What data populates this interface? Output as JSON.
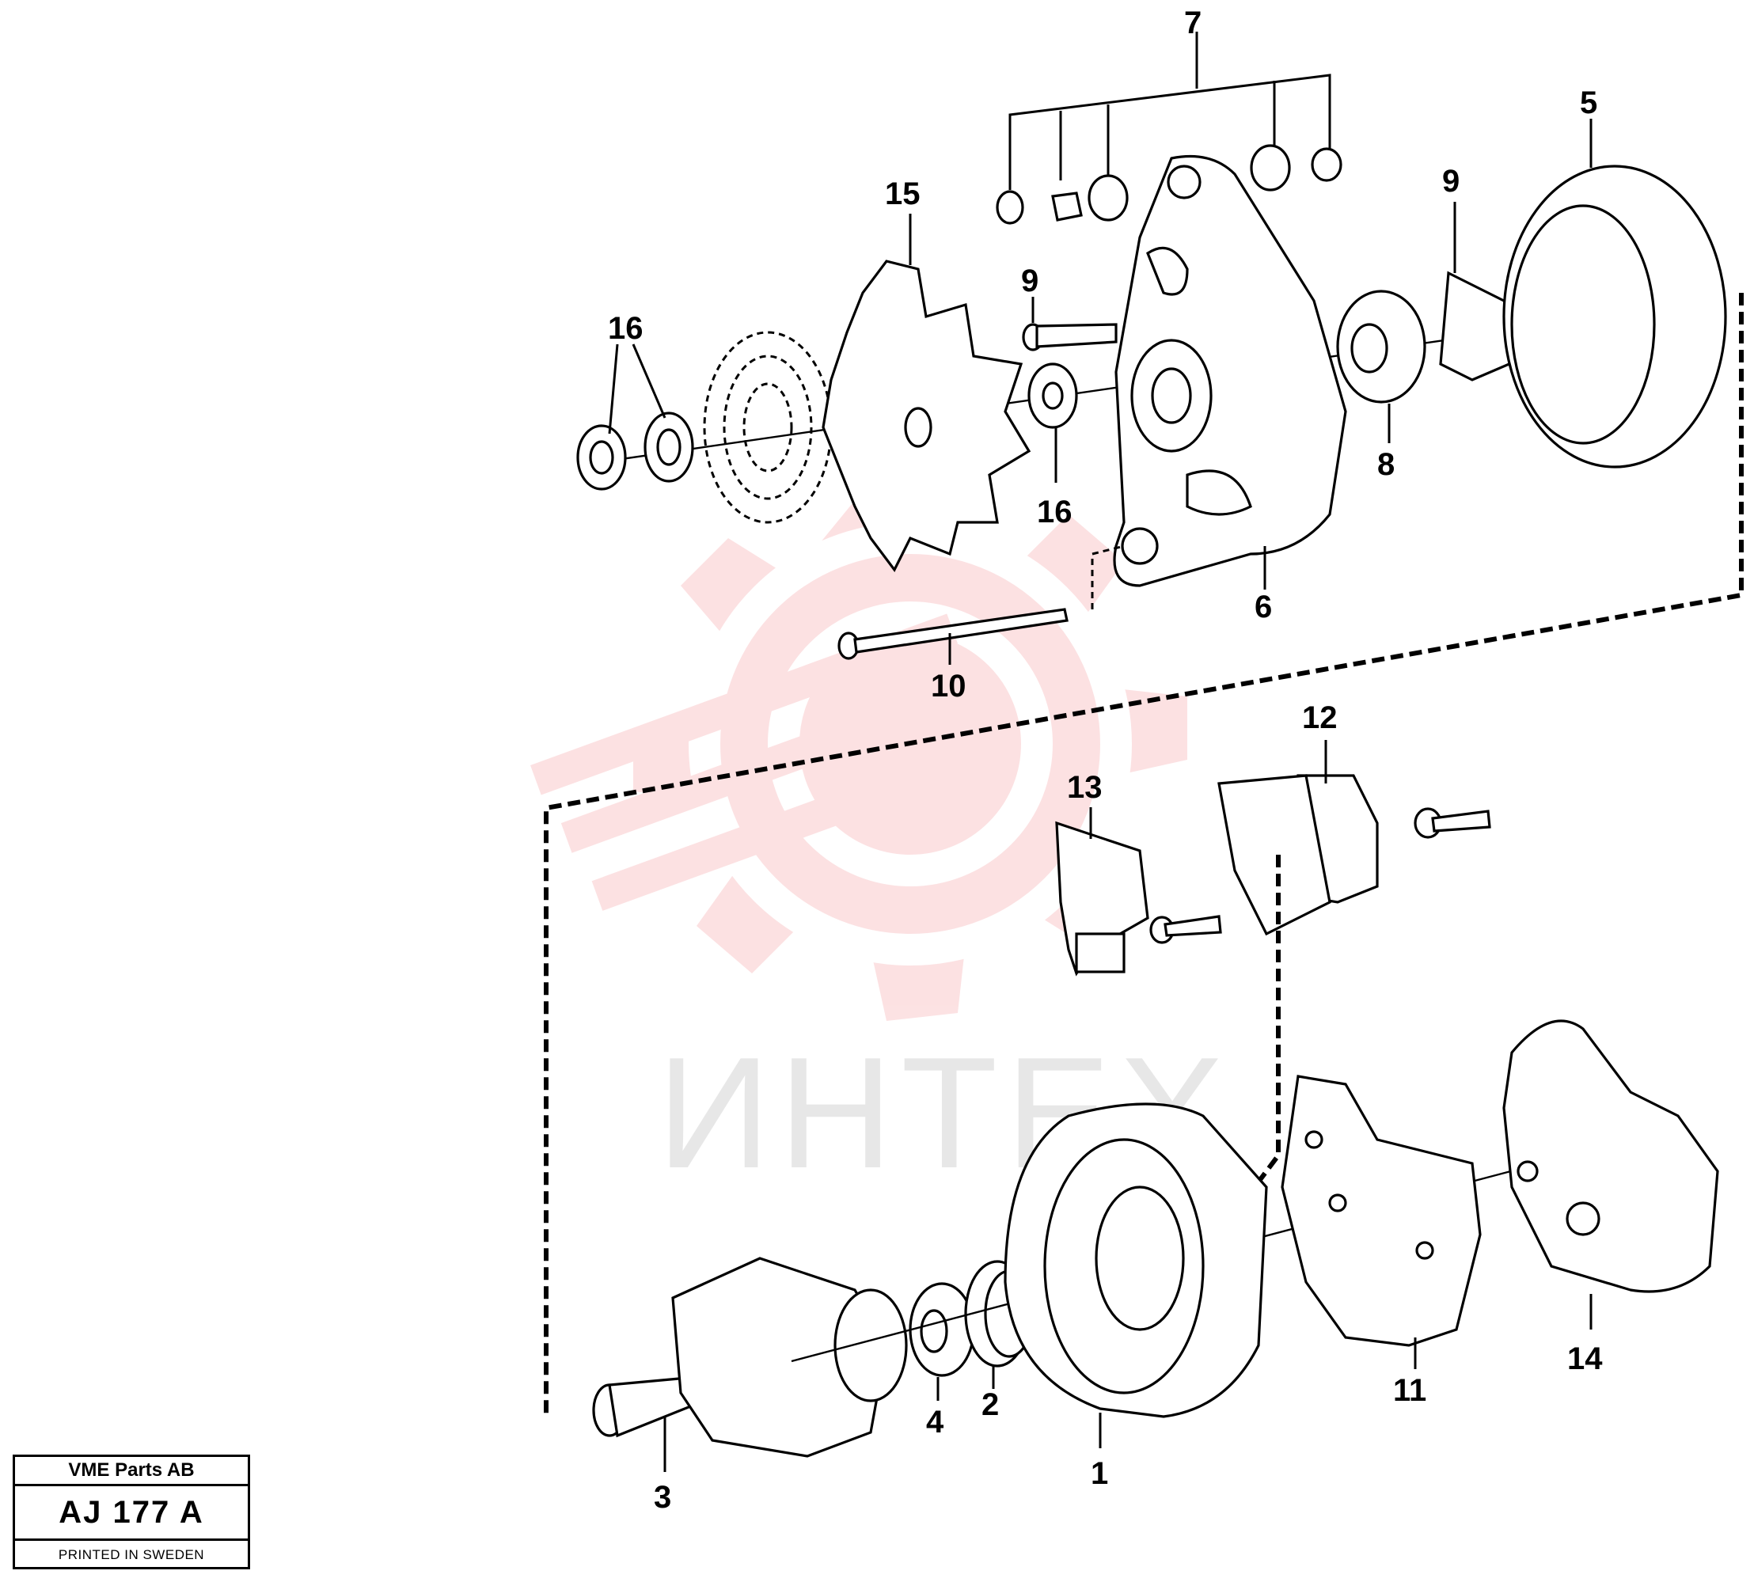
{
  "title_block": {
    "company": "VME Parts AB",
    "drawing_code": "AJ 177 A",
    "printed": "PRINTED IN SWEDEN"
  },
  "watermark": {
    "text": "ИНТЕХ",
    "color": "#e8131b"
  },
  "callouts": {
    "c1": "1",
    "c2": "2",
    "c3": "3",
    "c4": "4",
    "c5": "5",
    "c6": "6",
    "c7": "7",
    "c8": "8",
    "c9a": "9",
    "c9b": "9",
    "c10": "10",
    "c11": "11",
    "c12": "12",
    "c13": "13",
    "c14": "14",
    "c15": "15",
    "c16a": "16",
    "c16b": "16"
  }
}
